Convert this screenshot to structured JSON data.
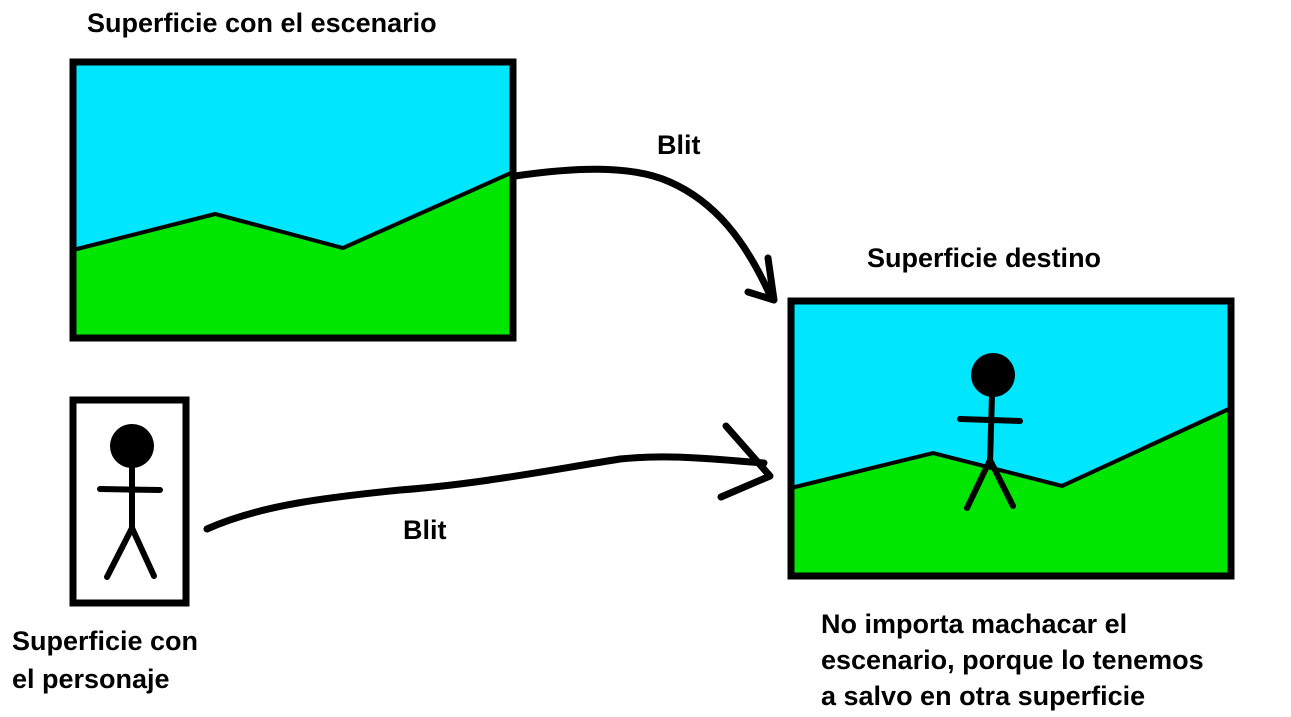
{
  "labels": {
    "scenery_surface": "Superficie con el escenario",
    "character_surface": "Superficie con\nel personaje",
    "destination_surface": "Superficie destino",
    "blit_top": "Blit",
    "blit_bottom": "Blit",
    "note": "No importa machacar el\nescenario, porque lo tenemos\na salvo en otra superficie"
  },
  "colors": {
    "sky": "#00e6ff",
    "grass": "#00e600",
    "ink": "#000000",
    "background": "#ffffff"
  }
}
